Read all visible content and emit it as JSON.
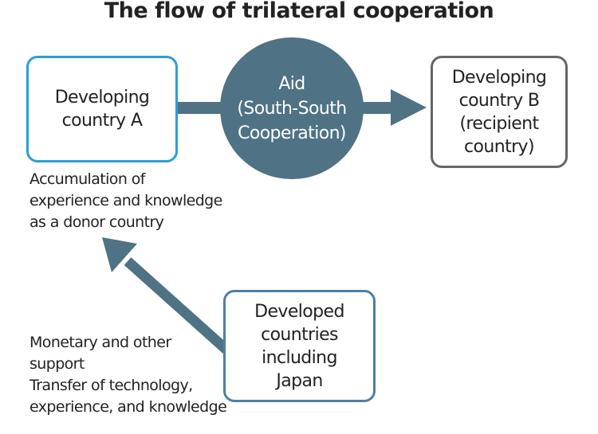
{
  "title": "The flow of trilateral cooperation",
  "box_a": [
    "Developing",
    "country A"
  ],
  "aid": [
    "Aid",
    "(South-South",
    "Cooperation)"
  ],
  "box_b": [
    "Developing",
    "country B",
    "(recipient",
    "country)"
  ],
  "box_c": [
    "Developed",
    "countries",
    "including",
    "Japan"
  ],
  "note_a": [
    "Accumulation of",
    "experience and knowledge",
    "as a donor country"
  ],
  "note_c": [
    "Monetary and other",
    "support",
    "Transfer of technology,",
    "experience, and knowledge"
  ],
  "colors": {
    "arrow": "#4f7285",
    "box_a_border": "#2a9fd8",
    "box_b_border": "#666666",
    "box_c_border": "#4f7fa0"
  }
}
